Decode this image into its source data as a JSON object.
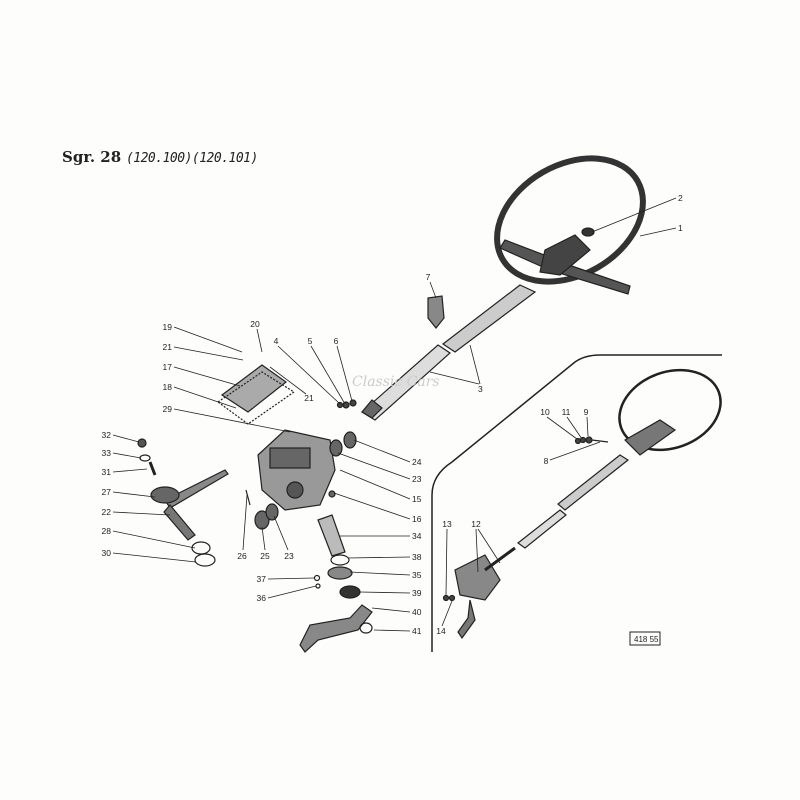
{
  "title": {
    "group": "Sgr. 28",
    "models": "(120.100)(120.101)"
  },
  "watermark": "Classic Cars",
  "reference_number": "418 55",
  "callouts": [
    "1",
    "2",
    "3",
    "4",
    "5",
    "6",
    "7",
    "8",
    "9",
    "10",
    "11",
    "12",
    "13",
    "14",
    "15",
    "16",
    "17",
    "18",
    "19",
    "20",
    "21",
    "21",
    "22",
    "23",
    "23",
    "24",
    "25",
    "26",
    "27",
    "28",
    "29",
    "30",
    "31",
    "32",
    "33",
    "34",
    "35",
    "36",
    "37",
    "38",
    "39",
    "40",
    "41"
  ]
}
